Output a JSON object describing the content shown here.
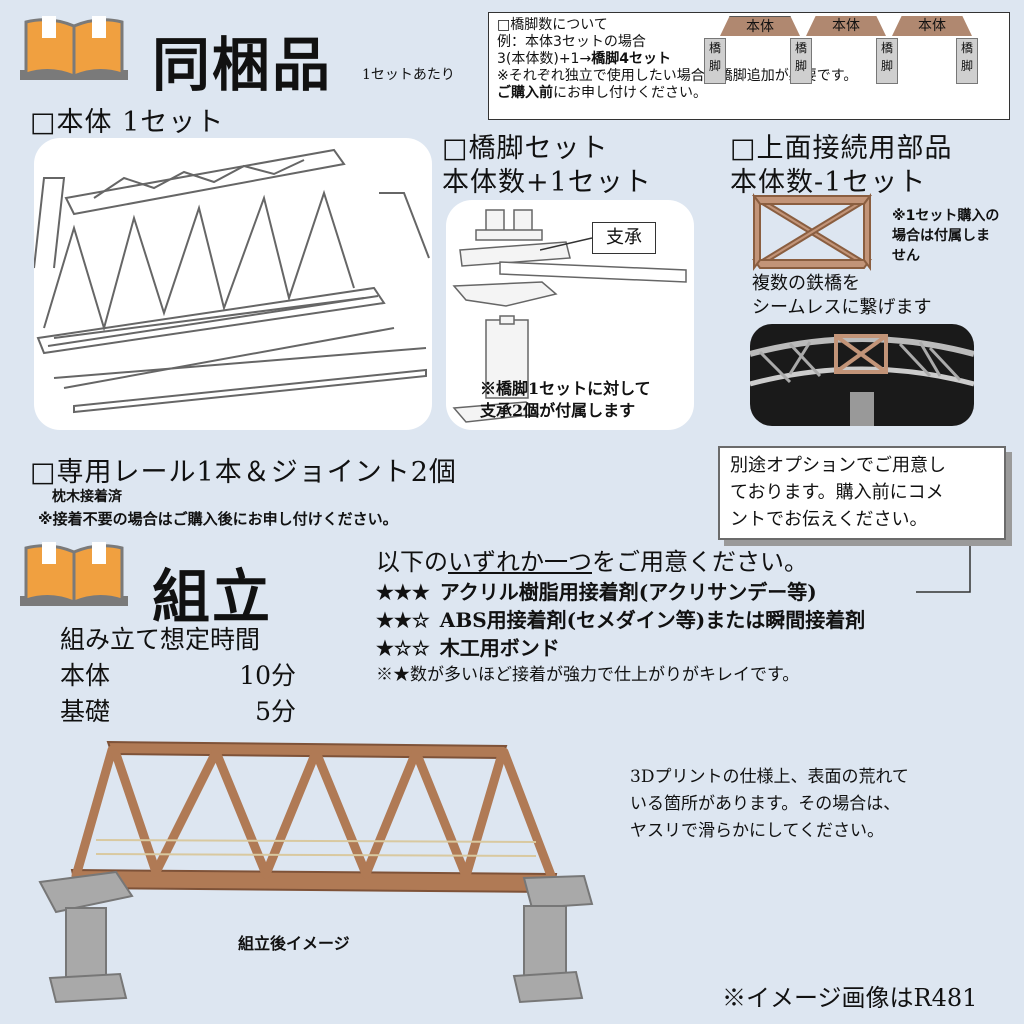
{
  "contents": {
    "title": "同梱品",
    "per_set": "1セットあたり",
    "body_item": "□本体 1セット",
    "pier_item_line1": "□橋脚セット",
    "pier_item_line2": "本体数+1セット",
    "bearing_label": "支承",
    "pier_note_line1": "※橋脚1セットに対して",
    "pier_note_line2": "支承2個が付属します",
    "connector_item_line1": "□上面接続用部品",
    "connector_item_line2": "本体数-1セット",
    "connector_note_line1": "※1セット購入の",
    "connector_note_line2": "場合は付属しま",
    "connector_note_line3": "せん",
    "connector_desc_line1": "複数の鉄橋を",
    "connector_desc_line2": "シームレスに繋げます",
    "rail_item": "□専用レール1本＆ジョイント2個",
    "rail_sub": "枕木接着済",
    "rail_note": "※接着不要の場合はご購入後にお申し付けください。"
  },
  "pier_count_note": {
    "line1": "□橋脚数について",
    "line2": "例：本体3セットの場合",
    "line3_prefix": "3(本体数)+1→",
    "line3_bold": "橋脚4セット",
    "line4": "※それぞれ独立で使用したい場合は橋脚追加が必要です。",
    "line5_bold": "ご購入前",
    "line5_rest": "にお申し付けください。",
    "body_label": "本体",
    "pier_label_1": "橋",
    "pier_label_2": "脚"
  },
  "option_box": {
    "line1": "別途オプションでご用意し",
    "line2": "ております。購入前にコメ",
    "line3": "ントでお伝えください。"
  },
  "assembly": {
    "title": "組立",
    "time_heading": "組み立て想定時間",
    "rows": [
      {
        "label": "本体",
        "value": "10分"
      },
      {
        "label": "基礎",
        "value": "5分"
      }
    ]
  },
  "adhesive": {
    "heading_prefix": "以下の",
    "heading_underline": "いずれか一つ",
    "heading_suffix": "をご用意ください。",
    "items": [
      {
        "stars": "★★★",
        "text": "アクリル樹脂用接着剤(アクリサンデー等)"
      },
      {
        "stars": "★★☆",
        "text": "ABS用接着剤(セメダイン等)または瞬間接着剤"
      },
      {
        "stars": "★☆☆",
        "text": "木工用ボンド"
      }
    ],
    "note": "※★数が多いほど接着が強力で仕上がりがキレイです。"
  },
  "print_note": {
    "line1": "3Dプリントの仕様上、表面の荒れて",
    "line2": "いる箇所があります。その場合は、",
    "line3": "ヤスリで滑らかにしてください。"
  },
  "final_image_caption": "組立後イメージ",
  "image_note": "※イメージ画像はR481",
  "colors": {
    "background": "#dde6f1",
    "book_orange": "#f0a040",
    "bridge_brown": "#b07a55",
    "pier_gray": "#a9a9a9"
  }
}
